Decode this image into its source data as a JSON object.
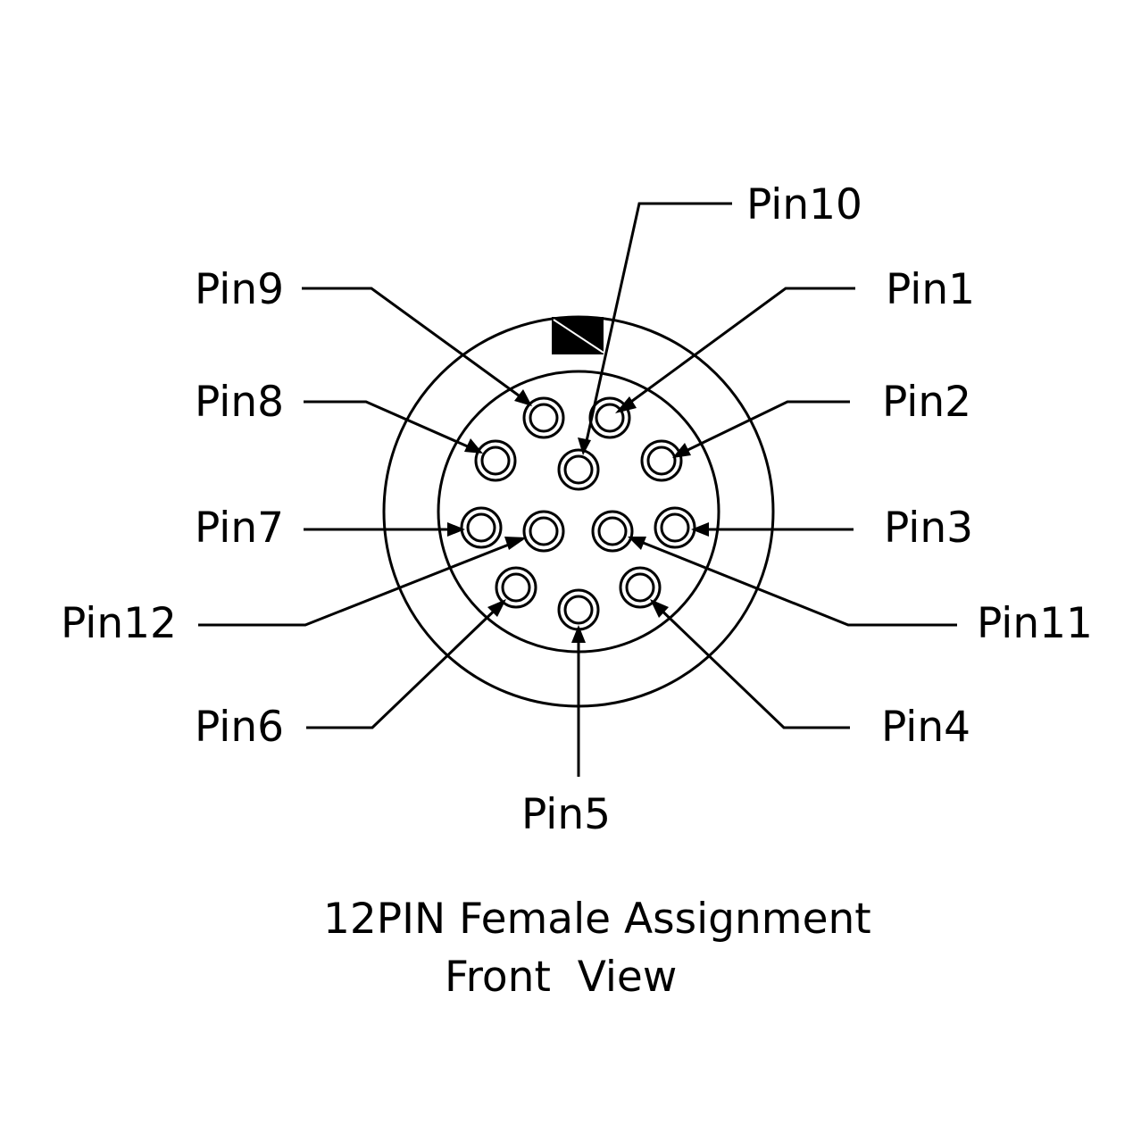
{
  "pins": [
    {
      "id": "pin1",
      "label": "Pin1"
    },
    {
      "id": "pin2",
      "label": "Pin2"
    },
    {
      "id": "pin3",
      "label": "Pin3"
    },
    {
      "id": "pin4",
      "label": "Pin4"
    },
    {
      "id": "pin5",
      "label": "Pin5"
    },
    {
      "id": "pin6",
      "label": "Pin6"
    },
    {
      "id": "pin7",
      "label": "Pin7"
    },
    {
      "id": "pin8",
      "label": "Pin8"
    },
    {
      "id": "pin9",
      "label": "Pin9"
    },
    {
      "id": "pin10",
      "label": "Pin10"
    },
    {
      "id": "pin11",
      "label": "Pin11"
    },
    {
      "id": "pin12",
      "label": "Pin12"
    }
  ],
  "caption": {
    "line1": "12PIN Female Assignment",
    "line2": "Front  View"
  },
  "colors": {
    "stroke": "#000000",
    "background": "#ffffff"
  }
}
